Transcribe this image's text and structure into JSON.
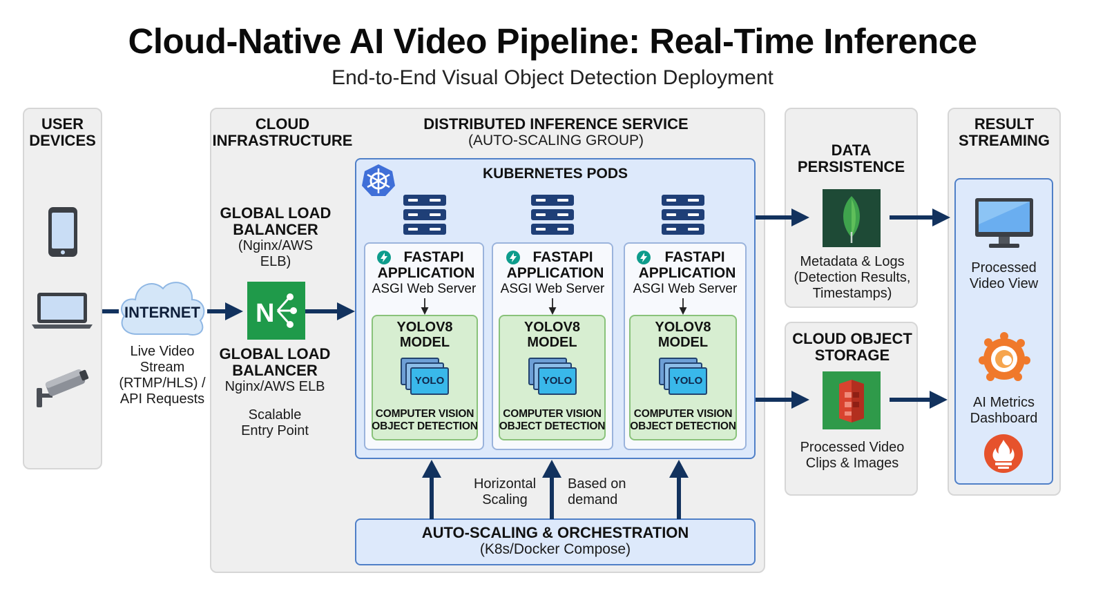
{
  "title": "Cloud-Native AI Video Pipeline: Real-Time Inference",
  "subtitle": "End-to-End Visual Object Detection Deployment",
  "user_devices": {
    "header": [
      "USER",
      "DEVICES"
    ],
    "icons": [
      "smartphone-icon",
      "laptop-icon",
      "security-camera-icon"
    ]
  },
  "internet": {
    "label": "INTERNET",
    "caption": [
      "Live Video",
      "Stream",
      "(RTMP/HLS) /",
      "API Requests"
    ]
  },
  "cloud_infra": {
    "header": [
      "CLOUD",
      "INFRASTRUCTURE"
    ],
    "lb_top": [
      "GLOBAL LOAD",
      "BALANCER"
    ],
    "lb_top_sub": [
      "(Nginx/AWS",
      "ELB)"
    ],
    "lb_bottom": [
      "GLOBAL LOAD",
      "BALANCER"
    ],
    "lb_bottom_sub": "Nginx/AWS ELB",
    "entry": [
      "Scalable",
      "Entry Point"
    ]
  },
  "inference": {
    "header": "DISTRIBUTED INFERENCE SERVICE",
    "header_sub": "(AUTO-SCALING GROUP)",
    "pods_label": "KUBERNETES PODS",
    "pods": [
      {
        "app": [
          "FASTAPI",
          "APPLICATION"
        ],
        "server": "ASGI Web Server",
        "model": [
          "YOLOV8",
          "MODEL"
        ],
        "badge": "YOLO",
        "task": [
          "COMPUTER VISION",
          "OBJECT DETECTION"
        ]
      },
      {
        "app": [
          "FASTAPI",
          "APPLICATION"
        ],
        "server": "ASGI Web Server",
        "model": [
          "YOLOV8",
          "MODEL"
        ],
        "badge": "YOLO",
        "task": [
          "COMPUTER VISION",
          "OBJECT DETECTION"
        ]
      },
      {
        "app": [
          "FASTAPI",
          "APPLICATION"
        ],
        "server": "ASGI Web Server",
        "model": [
          "YOLOV8",
          "MODEL"
        ],
        "badge": "YOLO",
        "task": [
          "COMPUTER VISION",
          "OBJECT DETECTION"
        ]
      }
    ],
    "scaling_left": [
      "Horizontal",
      "Scaling"
    ],
    "scaling_right": [
      "Based on",
      "demand"
    ],
    "orchestration": "AUTO-SCALING & ORCHESTRATION",
    "orchestration_sub": "(K8s/Docker Compose)"
  },
  "persistence": {
    "header": [
      "DATA",
      "PERSISTENCE"
    ],
    "caption": [
      "Metadata & Logs",
      "(Detection Results,",
      "Timestamps)"
    ]
  },
  "storage": {
    "header": [
      "CLOUD OBJECT",
      "STORAGE"
    ],
    "caption": [
      "Processed Video",
      "Clips & Images"
    ]
  },
  "results": {
    "header": [
      "RESULT",
      "STREAMING"
    ],
    "video_caption": [
      "Processed",
      "Video View"
    ],
    "metrics_caption": [
      "AI Metrics",
      "Dashboard"
    ]
  },
  "colors": {
    "arrow": "#12325e",
    "kube_blue": "#3f6fd8",
    "lb_green": "#1f9a4a",
    "mongo_bg": "#1e4a36",
    "s3_red": "#d9432f",
    "grafana_orange": "#f0792b",
    "prometheus_red": "#e6522c",
    "yolo_cyan": "#39b8ea"
  }
}
